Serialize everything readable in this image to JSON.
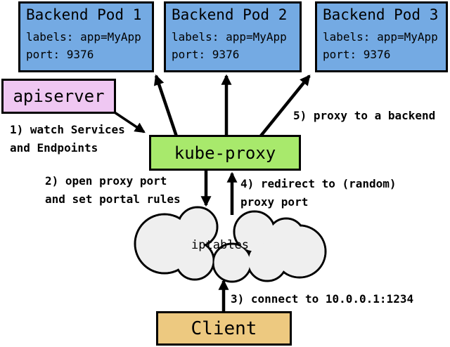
{
  "diagram": {
    "title_hint": "kube-proxy userspace service proxy flow",
    "pods": [
      {
        "title": "Backend Pod 1",
        "labels_line": "labels: app=MyApp",
        "port_line": "port: 9376"
      },
      {
        "title": "Backend Pod 2",
        "labels_line": "labels: app=MyApp",
        "port_line": "port: 9376"
      },
      {
        "title": "Backend Pod 3",
        "labels_line": "labels: app=MyApp",
        "port_line": "port: 9376"
      }
    ],
    "apiserver_label": "apiserver",
    "kube_proxy_label": "kube-proxy",
    "iptables_label": "iptables",
    "client_label": "Client",
    "annotations": {
      "step1": "1) watch Services\nand Endpoints",
      "step2": "2) open proxy port\nand set portal rules",
      "step3": "3) connect to 10.0.0.1:1234",
      "step4": "4) redirect to (random)\nproxy port",
      "step5": "5) proxy to a backend"
    },
    "colors": {
      "pod_fill": "#74AAE3",
      "apiserver_fill": "#EFC7F2",
      "kube_proxy_fill": "#A8E96C",
      "iptables_fill": "#EFEFEF",
      "client_fill": "#EDC980",
      "outline": "#000000",
      "background": "#FFFFFF"
    }
  }
}
